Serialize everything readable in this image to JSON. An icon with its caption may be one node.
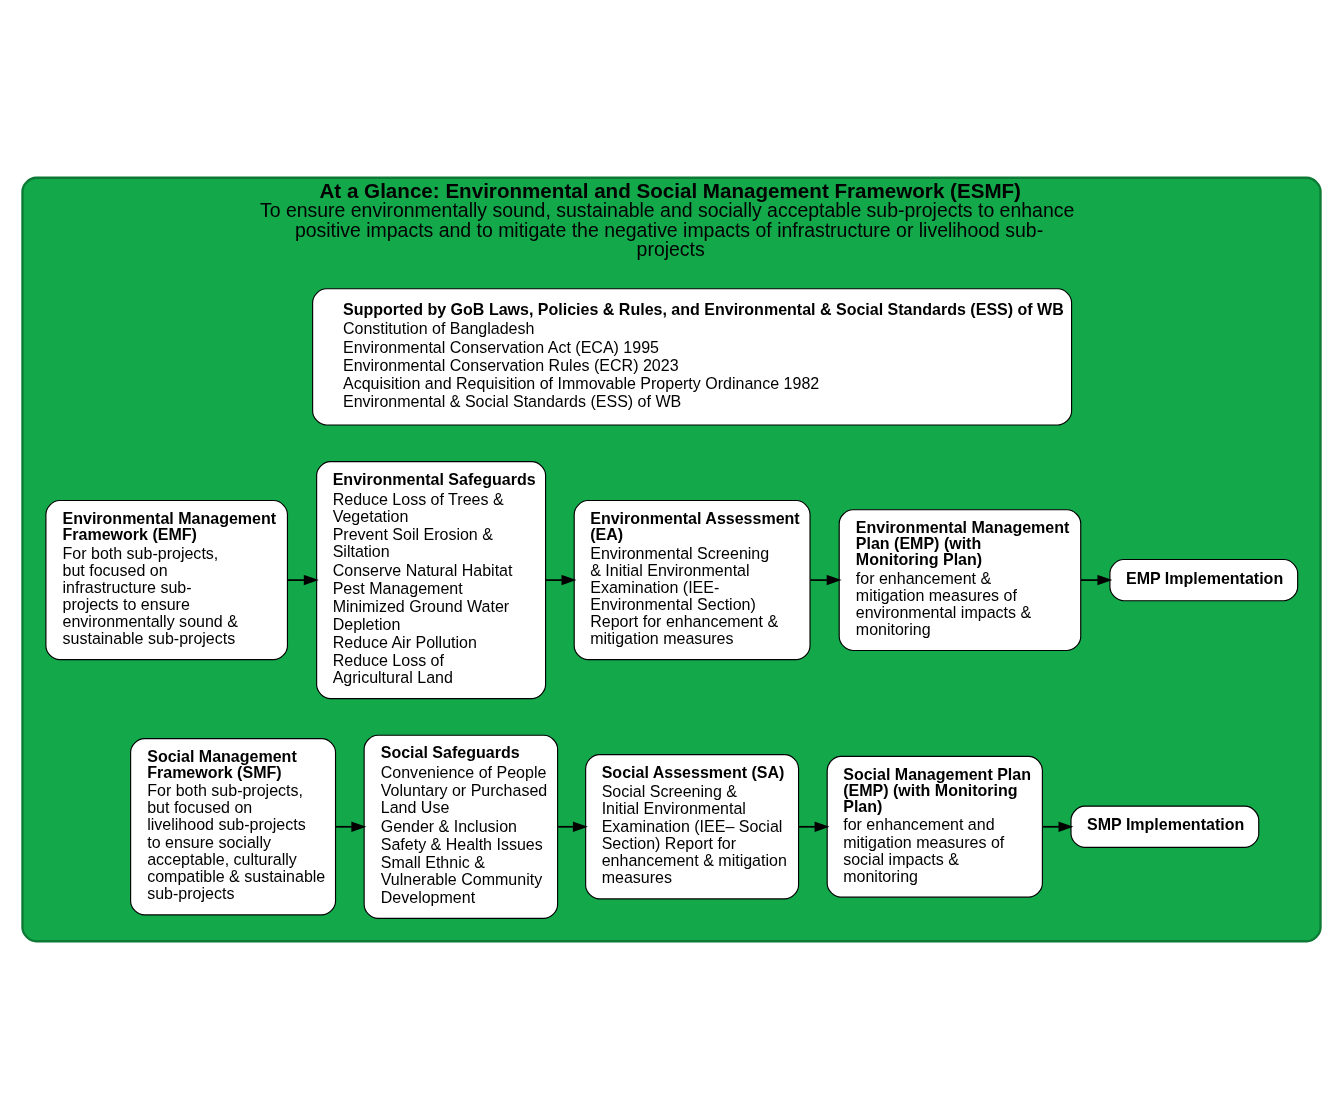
{
  "diagram": {
    "nodes": [
      {
        "text": [
          "At a Glance: Environmental and Social Management Framework (ESMF)",
          "To ensure environmentally sound, sustainable and socially acceptable sub-projects to enhance positive impacts and to mitigate the negative impacts of infrastructure or livelihood sub-projects"
        ]
      },
      {
        "text": [
          "Supported by GoB Laws, Policies & Rules, and Environmental & Social Standards (ESS) of WB",
          "Constitution of Bangladesh",
          "Environmental Conservation Act (ECA) 1995",
          "Environmental Conservation Rules (ECR) 2023",
          "Acquisition and Requisition of Immovable Property Ordinance 1982",
          "Environmental & Social Standards (ESS) of WB"
        ],
        "in": 0
      },
      {
        "text": [
          "Environmental Management Framework (EMF)",
          "For both sub-projects, but focused on infrastructure sub-projects to ensure environmentally sound & sustainable sub-projects"
        ],
        "in": 0
      },
      {
        "text": [
          "Environmental Safeguards",
          "Reduce Loss of Trees & Vegetation",
          "Prevent Soil Erosion & Siltation",
          "Conserve Natural Habitat",
          "Pest Management",
          "Minimized Ground Water Depletion",
          "Reduce Air Pollution",
          "Reduce Loss of Agricultural Land"
        ],
        "in": 0
      },
      {
        "text": [
          "Environmental Assessment (EA)",
          "Environmental Screening & Initial Environmental Examination (IEE-Environmental Section) Report for enhancement & mitigation measures"
        ],
        "in": 0
      },
      {
        "text": [
          "Environmental Management Plan (EMP) (with Monitoring Plan)",
          "for enhancement & mitigation measures of environmental impacts & monitoring"
        ],
        "in": 0
      },
      {
        "text": [
          "EMP Implementation"
        ],
        "in": 0
      },
      {
        "text": [
          "Social Management Framework (SMF)",
          "For both sub-projects, but focused on livelihood sub-projects to ensure socially acceptable, culturally compatible & sustainable sub-projects"
        ],
        "in": 0
      },
      {
        "text": [
          "Social Safeguards",
          "Convenience of People",
          "Voluntary or Purchased Land Use",
          "Gender & Inclusion",
          "Safety & Health Issues",
          "Small Ethnic & Vulnerable Community Development"
        ],
        "in": 0
      },
      {
        "text": [
          "Social Assessment (SA)",
          "Social Screening & Initial Environmental Examination (IEE– Social Section) Report for enhancement & mitigation measures"
        ],
        "in": 0
      },
      {
        "text": [
          "Social Management Plan (EMP) (with Monitoring Plan)",
          "for enhancement and mitigation measures of social impacts & monitoring"
        ],
        "in": 0
      },
      {
        "text": [
          "SMP Implementation"
        ],
        "in": 0
      }
    ],
    "edges": [
      {
        "from": 2,
        "to": 3,
        "arrow": "to"
      },
      {
        "from": 3,
        "to": 4,
        "arrow": "to"
      },
      {
        "from": 4,
        "to": 5,
        "arrow": "to"
      },
      {
        "from": 5,
        "to": 6,
        "arrow": "to"
      },
      {
        "from": 7,
        "to": 8,
        "arrow": "to"
      },
      {
        "from": 8,
        "to": 9,
        "arrow": "to"
      },
      {
        "from": 9,
        "to": 10,
        "arrow": "to"
      },
      {
        "from": 10,
        "to": 11,
        "arrow": "to"
      }
    ]
  }
}
